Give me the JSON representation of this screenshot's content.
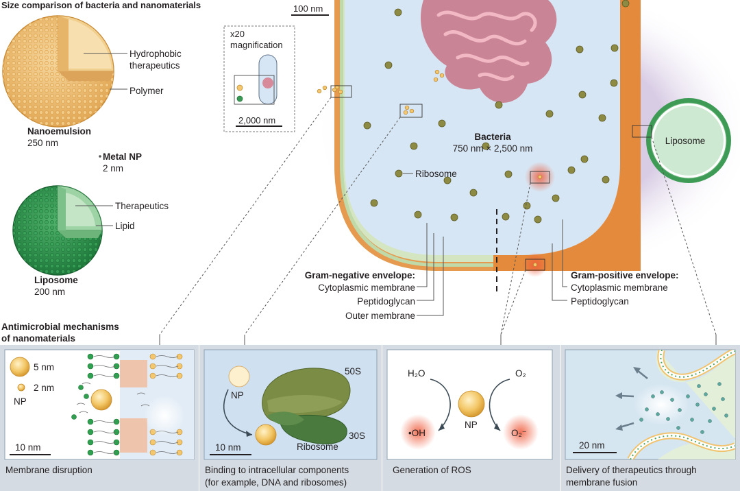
{
  "top_title": "Size comparison of bacteria and nanomaterials",
  "nanoemulsion": {
    "label_hydrophobic_1": "Hydrophobic",
    "label_hydrophobic_2": "therapeutics",
    "label_polymer": "Polymer",
    "name": "Nanoemulsion",
    "size": "250 nm"
  },
  "metal_np": {
    "name": "Metal NP",
    "size": "2 nm"
  },
  "liposome_small": {
    "label_therapeutics": "Therapeutics",
    "label_lipid": "Lipid",
    "name": "Liposome",
    "size": "200 nm"
  },
  "inset": {
    "magnification_1": "x20",
    "magnification_2": "magnification",
    "scale": "2,000 nm"
  },
  "scale_100": "100 nm",
  "bacteria": {
    "name": "Bacteria",
    "dims": "750 nm × 2,500 nm",
    "ribosome_label": "Ribosome"
  },
  "liposome_big": "Liposome",
  "gram_negative": {
    "title": "Gram-negative envelope:",
    "items": [
      "Cytoplasmic membrane",
      "Peptidoglycan",
      "Outer membrane"
    ]
  },
  "gram_positive": {
    "title": "Gram-positive envelope:",
    "items": [
      "Cytoplasmic membrane",
      "Peptidoglycan"
    ]
  },
  "mech_title_1": "Antimicrobial mechanisms",
  "mech_title_2": "of nanomaterials",
  "panels": {
    "p1": {
      "legend_5nm": "5 nm",
      "legend_2nm": "2 nm",
      "legend_np": "NP",
      "scale": "10 nm",
      "caption": "Membrane disruption"
    },
    "p2": {
      "np": "NP",
      "s50": "50S",
      "s30": "30S",
      "ribosome": "Ribosome",
      "scale": "10 nm",
      "caption_1": "Binding to intracellular components",
      "caption_2": "(for example, DNA and ribosomes)"
    },
    "p3": {
      "h2o": "H₂O",
      "o2": "O₂",
      "oh": "•OH",
      "o2minus": "O₂⁻",
      "np": "NP",
      "caption": "Generation of ROS"
    },
    "p4": {
      "scale": "20 nm",
      "caption_1": "Delivery of therapeutics through",
      "caption_2": "membrane fusion"
    }
  },
  "colors": {
    "cell_outer": "#e48a3c",
    "cytoplasm": "#d7e6f4",
    "dna": "#c98596",
    "ribosome": "#8d8a43",
    "liposome": "#3d9b56",
    "panel_border": "#8ea2b3",
    "caption_bar": "#d4dbe2",
    "ros": "#e8604a"
  }
}
